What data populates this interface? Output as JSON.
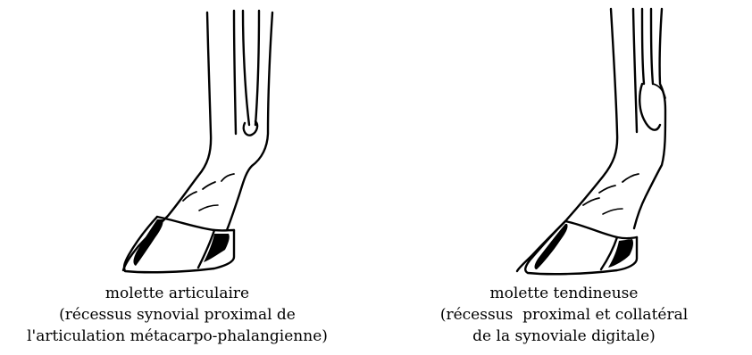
{
  "figures": [
    {
      "name": "molette-articulaire",
      "caption": {
        "line1": "molette articulaire",
        "line2": "(récessus synovial proximal de",
        "line3": "l'articulation métacarpo-phalangienne)"
      }
    },
    {
      "name": "molette-tendineuse",
      "caption": {
        "line1": "molette tendineuse",
        "line2": "(récessus  proximal et collatéral",
        "line3": "de la synoviale digitale)"
      }
    }
  ],
  "colors": {
    "ink": "#000000",
    "background": "#ffffff"
  }
}
